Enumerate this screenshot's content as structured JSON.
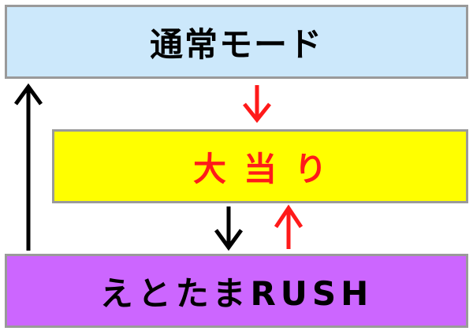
{
  "nodes": {
    "normal_mode": {
      "label": "通常モード",
      "fill": "#cce8fb"
    },
    "jackpot": {
      "label": "大当り",
      "fill": "#ffff00",
      "text_color": "#ff1a1a"
    },
    "rush": {
      "label": "えとたまRUSH",
      "fill": "#cc66ff"
    }
  },
  "edges": [
    {
      "from": "normal_mode",
      "to": "jackpot",
      "color": "#ff1a1a"
    },
    {
      "from": "jackpot",
      "to": "rush",
      "color": "#000000"
    },
    {
      "from": "rush",
      "to": "jackpot",
      "color": "#ff1a1a"
    },
    {
      "from": "rush",
      "to": "normal_mode",
      "color": "#000000"
    }
  ],
  "colors": {
    "border": "#9a9a9a"
  }
}
